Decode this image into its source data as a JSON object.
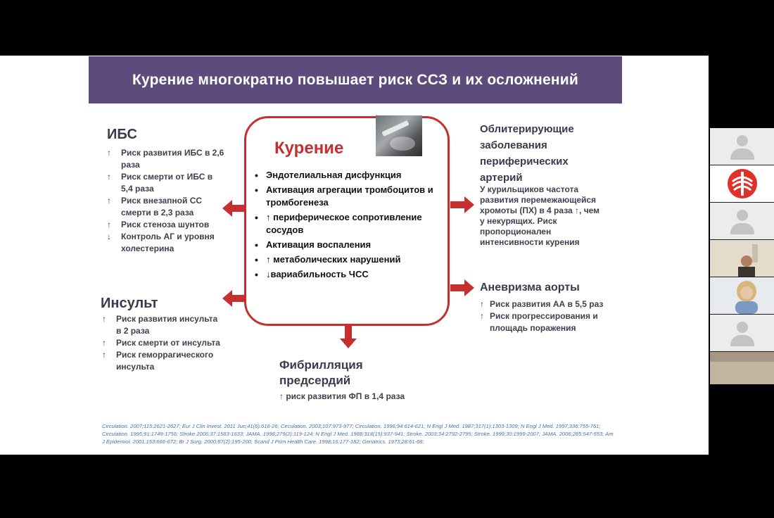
{
  "slide": {
    "title": "Курение многократно повышает риск ССЗ и их осложнений",
    "center": {
      "title": "Курение",
      "items": [
        "Эндотелиальная дисфункция",
        "Активация агрегации тромбоцитов и тромбогенеза",
        "↑ периферическое сопротивление сосудов",
        " Активация воспаления",
        "↑ метаболических нарушений",
        "↓вариабильность ЧСС"
      ]
    },
    "ibs": {
      "title": "ИБС",
      "items": [
        {
          "marker": "↑",
          "text": "Риск развития ИБС в 2,6 раза"
        },
        {
          "marker": "↑",
          "text": "Риск смерти от ИБС в 5,4 раза"
        },
        {
          "marker": "↑",
          "text": "Риск внезапной СС смерти в 2,3 раза"
        },
        {
          "marker": "↑",
          "text": "Риск стеноза шунтов"
        },
        {
          "marker": "↓",
          "text": "Контроль АГ и уровня холестерина"
        }
      ]
    },
    "stroke": {
      "title": "Инсульт",
      "items": [
        {
          "marker": "↑",
          "text": "Риск развития инсульта в 2 раза"
        },
        {
          "marker": "↑",
          "text": "Риск смерти от инсульта"
        },
        {
          "marker": "↑",
          "text": "Риск геморрагического инсульта"
        }
      ]
    },
    "af": {
      "title_line1": "Фибрилляция",
      "title_line2": "предсердий",
      "text": "↑ риск развития ФП в 1,4 раза"
    },
    "pad": {
      "title_line1": "Облитерирующие",
      "title_line2": "заболевания",
      "title_line3": "периферических",
      "title_line4": "артерий",
      "text": "У курильщиков частота развития перемежающейся хромоты (ПХ) в 4 раза ↑, чем у некурящих. Риск пропорционален интенсивности курения"
    },
    "aorta": {
      "title": "Аневризма аорты",
      "items": [
        {
          "marker": "↑",
          "text": "Риск развития АА в 5,5 раз"
        },
        {
          "marker": "↑",
          "text": "Риск прогрессирования и площадь поражения"
        }
      ]
    },
    "references": "Circulation. 2007;115:2621-2627; Eur J Clin Invest. 2011 Jun;41(6):616-26; Circulation. 2003;107:973-977; Circulation. 1996;94:614-621; N Engl J Med. 1987;317(1):1303-1309; N Engl J Med. 1997;336:755-761; Circulation. 1995;91:1749-1756; Stroke 2006;37:1583-1633; JAMA. 1998;279(2):119-124; N Engl J Med. 1988;318(15):937-941; Stroke. 2003;34:2792-2795; Stroke. 1999;30:1999-2007; JAMA. 2006;285:547-553; Am J Epidemiol. 2001;153:666-672; Br J Surg. 2000;87(2):195-200; Scand J Prim Health Care. 1998;16:177-182; Geriatrics. 1973;28:61-68;"
  },
  "colors": {
    "title_bg": "#5c4b7b",
    "accent_red": "#c52f2f",
    "text_dark": "#3f3f4f"
  },
  "sidebar": {
    "tiles": [
      "avatar-icon",
      "logo-icon",
      "avatar-icon",
      "video",
      "video",
      "avatar-icon",
      "video"
    ]
  }
}
